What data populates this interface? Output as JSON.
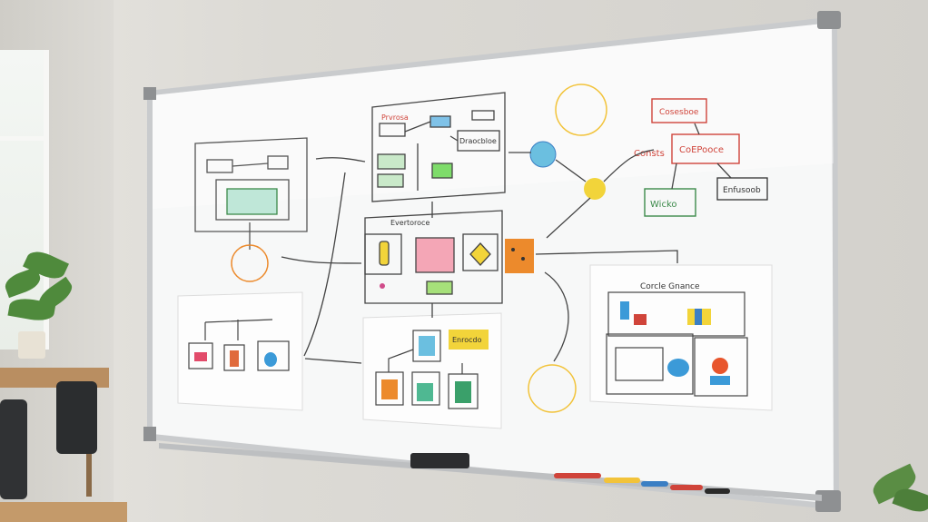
{
  "scene": {
    "description_tag": "whiteboard-flowchart-photo"
  },
  "board": {
    "notes": [
      {
        "id": "top-center-title",
        "text": "Prvrosa"
      },
      {
        "id": "center-title",
        "text": "Evertoroce"
      },
      {
        "id": "right-top-note",
        "text": "Cosesboe"
      },
      {
        "id": "right-mid-note",
        "text": "CoEPooce"
      },
      {
        "id": "right-left-label",
        "text": "Consts"
      },
      {
        "id": "right-bottom-left",
        "text": "Wicko"
      },
      {
        "id": "right-bottom-right",
        "text": "Enfusoob"
      },
      {
        "id": "right-paper-title",
        "text": "Corcle Gnance"
      },
      {
        "id": "lower-center-yellow",
        "text": "Enrocdo"
      },
      {
        "id": "top-right-box-label",
        "text": "Draocbloe"
      }
    ]
  },
  "colors": {
    "marker_black": "#2a2a2a",
    "marker_red": "#d0443a",
    "marker_green": "#3c8a4a",
    "marker_blue": "#3b7fc4",
    "sticky_yellow": "#f2d43a",
    "sticky_orange": "#ec8a2c",
    "frame": "#c8cacc"
  }
}
